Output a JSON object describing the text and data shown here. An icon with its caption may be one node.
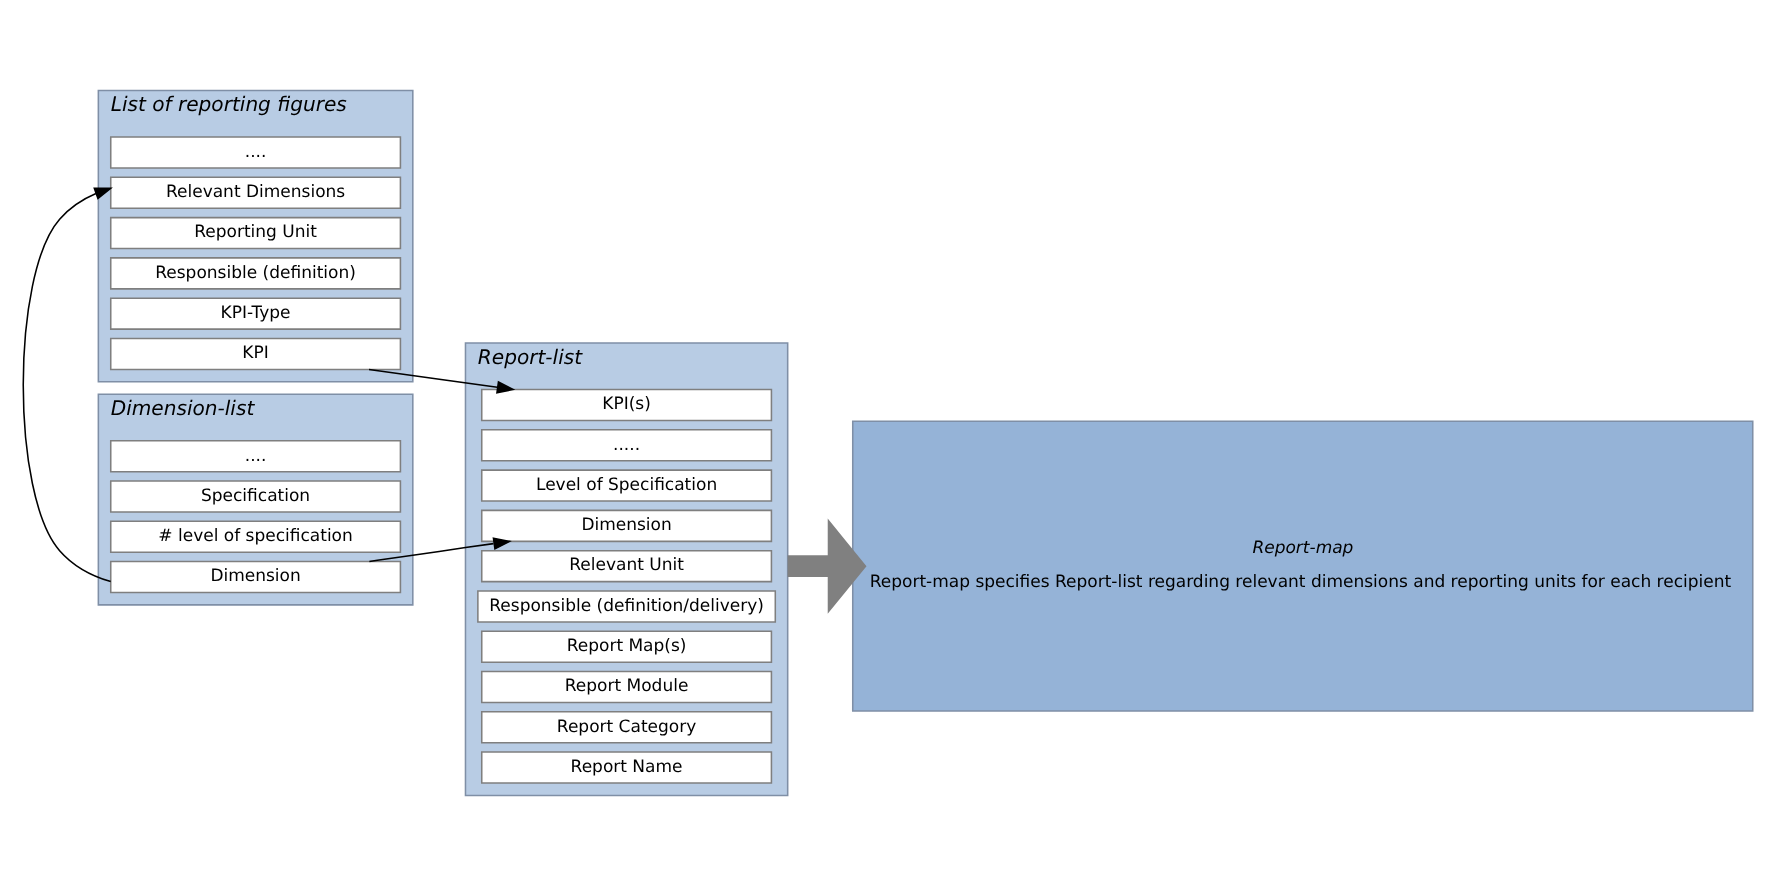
{
  "diagram": {
    "nodes": [
      {
        "text": [
          "List of reporting figures"
        ]
      },
      {
        "text": [
          "KPI"
        ],
        "in": 0
      },
      {
        "text": [
          "KPI-Type"
        ],
        "in": 0
      },
      {
        "text": [
          "Responsible (definition)"
        ],
        "in": 0
      },
      {
        "text": [
          "Reporting Unit"
        ],
        "in": 0
      },
      {
        "text": [
          "Relevant Dimensions"
        ],
        "in": 0
      },
      {
        "text": [
          "...."
        ],
        "in": 0
      },
      {
        "text": [
          "Dimension-list"
        ]
      },
      {
        "text": [
          "Dimension"
        ],
        "in": 7
      },
      {
        "text": [
          "# level of specification"
        ],
        "in": 7
      },
      {
        "text": [
          "Specification"
        ],
        "in": 7
      },
      {
        "text": [
          "...."
        ],
        "in": 7
      },
      {
        "text": [
          "Report-list"
        ]
      },
      {
        "text": [
          "Report Name"
        ],
        "in": 12
      },
      {
        "text": [
          "Report Category"
        ],
        "in": 12
      },
      {
        "text": [
          "Report Module"
        ],
        "in": 12
      },
      {
        "text": [
          "Report Map(s)"
        ],
        "in": 12
      },
      {
        "text": [
          "Responsible (definition/delivery)"
        ],
        "in": 12
      },
      {
        "text": [
          "Relevant Unit"
        ],
        "in": 12
      },
      {
        "text": [
          "KPI(s)"
        ],
        "in": 12
      },
      {
        "text": [
          "Dimension"
        ],
        "in": 12
      },
      {
        "text": [
          "Level of Specification"
        ],
        "in": 12
      },
      {
        "text": [
          "....."
        ],
        "in": 12
      },
      {
        "text": [
          "Report-map",
          "Report-map specifies Report-list regarding relevant dimensions and reporting units for each recipient"
        ]
      }
    ],
    "edges": [
      {
        "from": 1,
        "to": 19,
        "arrow": "to"
      },
      {
        "from": 8,
        "to": 20,
        "arrow": "to"
      },
      {
        "from": 8,
        "to": 5,
        "arrow": "to"
      },
      {
        "from": 12,
        "to": 23,
        "arrow": "to",
        "style": "thick",
        "color": "#808080"
      }
    ]
  }
}
